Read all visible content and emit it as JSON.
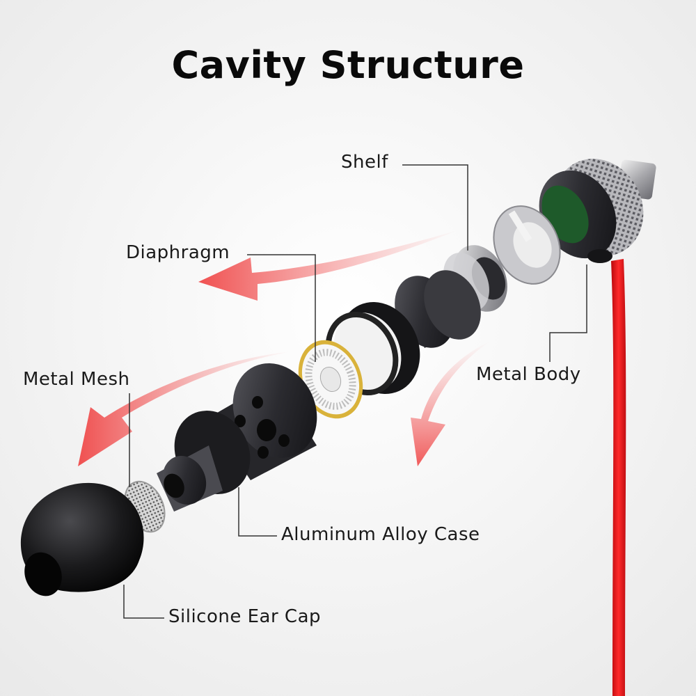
{
  "title": "Cavity Structure",
  "labels": {
    "shelf": "Shelf",
    "diaphragm": "Diaphragm",
    "metal_mesh": "Metal Mesh",
    "metal_body": "Metal Body",
    "aluminum_alloy_case": "Aluminum Alloy Case",
    "silicone_ear_cap": "Silicone Ear Cap"
  },
  "colors": {
    "background": "#f3f3f3",
    "cable": "#e0181c",
    "arrow": "#f05a5a",
    "metal_dark": "#2a2a2e",
    "diaphragm_ring": "#d9b23a",
    "pcb_green": "#1e5a2a"
  }
}
